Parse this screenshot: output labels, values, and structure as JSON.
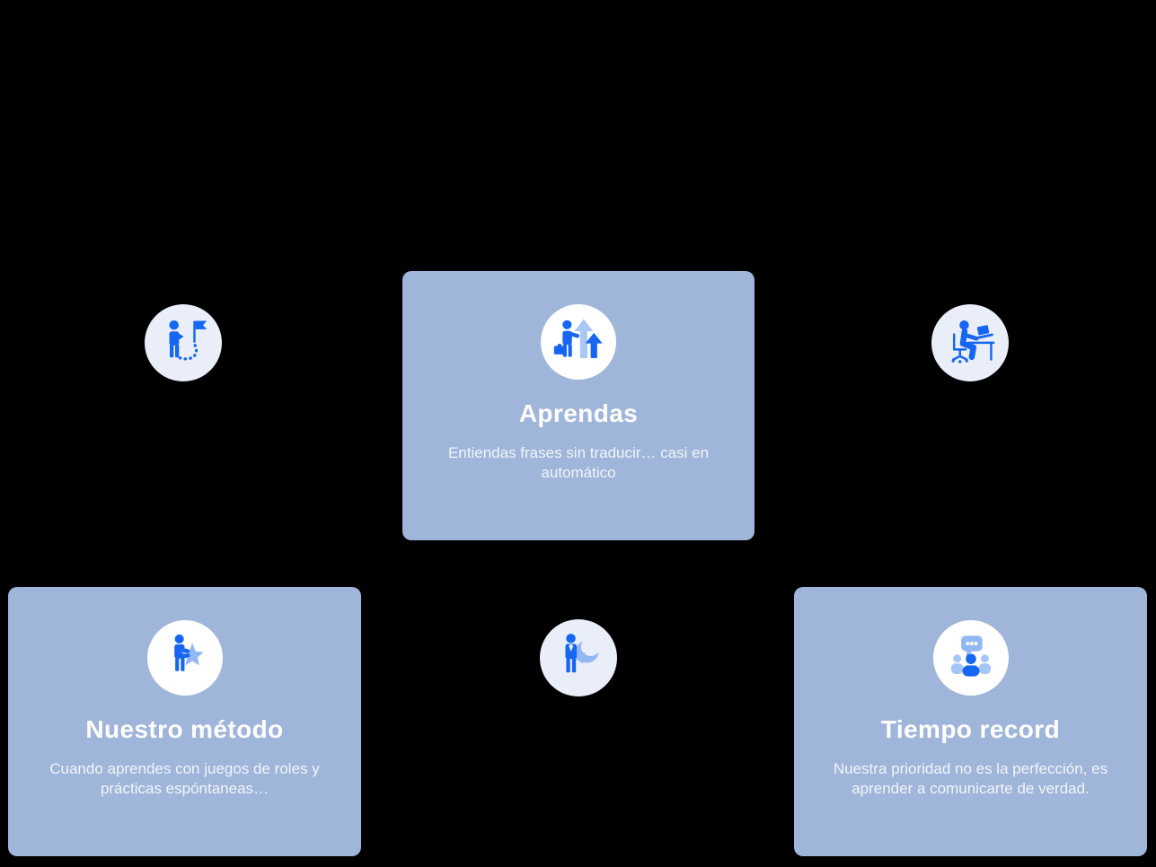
{
  "canvas": {
    "background": "#000000"
  },
  "colors": {
    "card_background": "#9FB5D9",
    "card_icon_circle": "#FFFFFF",
    "standalone_icon_circle": "#E9EEF9",
    "icon_blue": "#1766F2",
    "icon_light_blue": "#93B7F4",
    "icon_lighter_blue": "#A6C6F8",
    "title_text": "#FFFFFF",
    "body_text": "#F2F5FB"
  },
  "cards": [
    {
      "title": "Aprendas",
      "body_lines": [
        "Entiendas frases sin traducir… casi en",
        "automático"
      ],
      "icon": "career-growth-icon"
    },
    {
      "title": "Nuestro método",
      "body_lines": [
        "Cuando aprendes con juegos de roles y",
        "prácticas espóntaneas…"
      ],
      "icon": "person-holding-star-icon"
    },
    {
      "title": "Tiempo record",
      "body_lines": [
        "Nuestra prioridad no es la perfección, es",
        "aprender a comunicarte de verdad."
      ],
      "icon": "group-conversation-icon"
    }
  ],
  "standalone_icons": [
    {
      "name": "person-path-to-flag-icon"
    },
    {
      "name": "person-working-laptop-icon"
    },
    {
      "name": "person-return-arrow-icon"
    }
  ]
}
